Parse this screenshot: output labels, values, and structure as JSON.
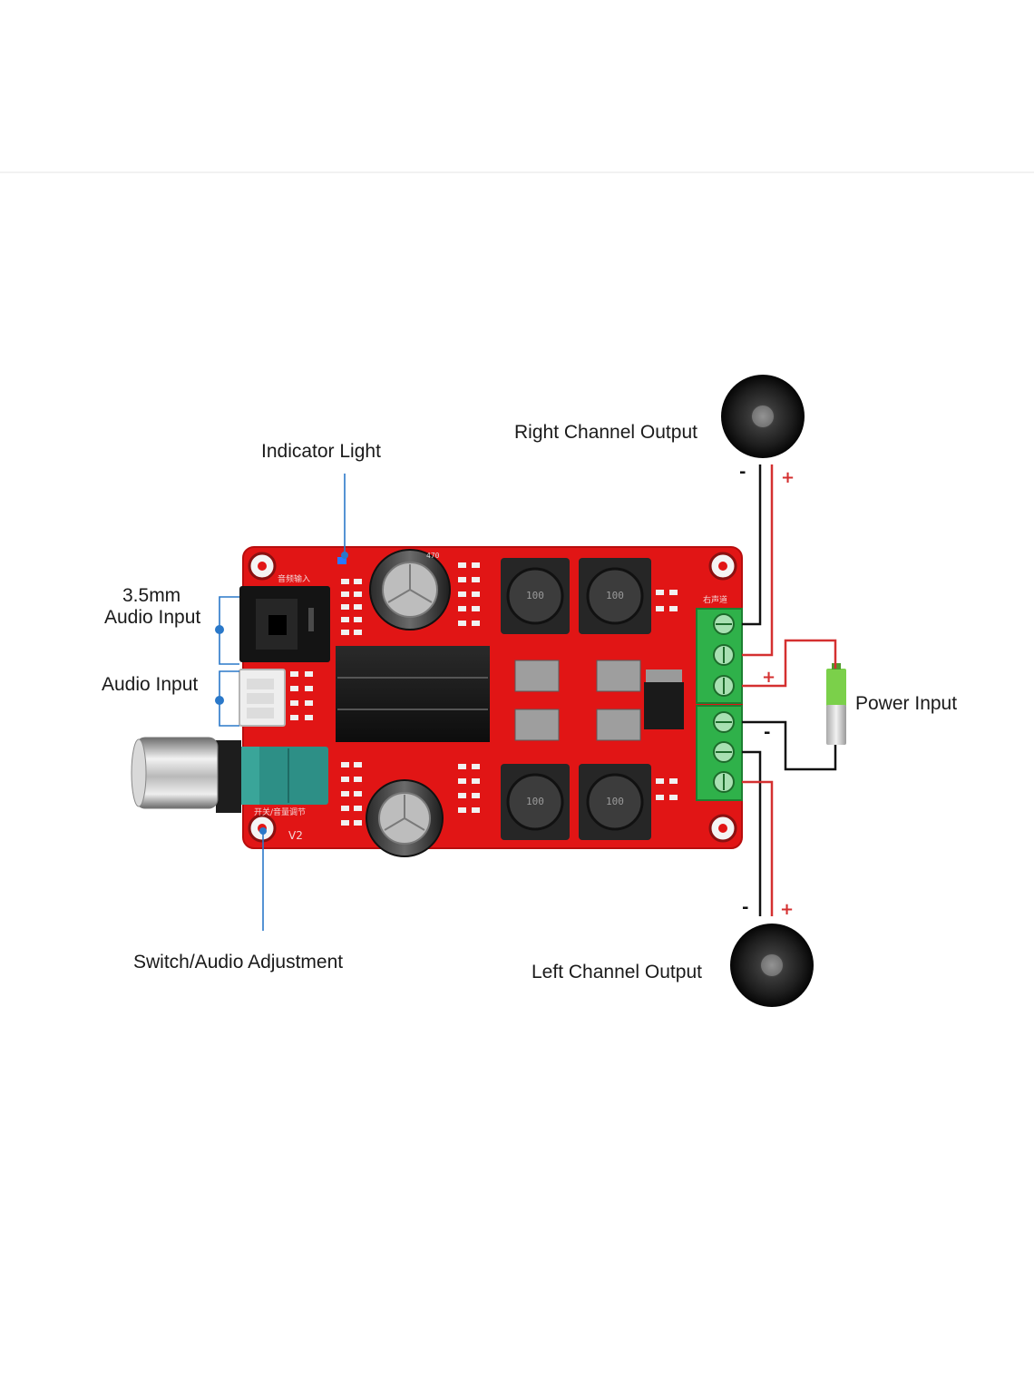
{
  "labels": {
    "indicator_light": "Indicator Light",
    "right_channel_output": "Right Channel Output",
    "jack_line1": "3.5mm",
    "jack_line2": "Audio Input",
    "audio_input": "Audio Input",
    "power_input": "Power Input",
    "switch_audio_adjustment": "Switch/Audio Adjustment",
    "left_channel_output": "Left Channel Output"
  },
  "polarity": {
    "minus": "-",
    "plus": "+"
  },
  "board_silkscreen": {
    "version": "V2",
    "input_cn": "音频输入",
    "switch_cn": "开关/音量调节",
    "right_cn": "右声道",
    "inductor_mark": "100",
    "cap_mark": "470"
  },
  "colors": {
    "pcb": "#e11515",
    "terminal": "#2fb14a",
    "knob_body": "#2d8f86",
    "callout": "#2a78c9",
    "wire_red": "#d43030",
    "wire_black": "#111111"
  }
}
